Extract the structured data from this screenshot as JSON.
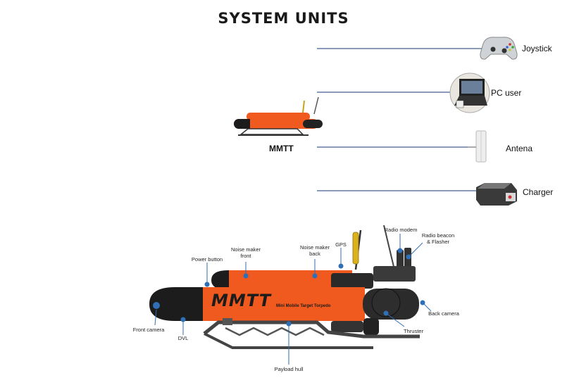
{
  "title": "SYSTEM UNITS",
  "main_vehicle": {
    "label": "MMTT"
  },
  "units": [
    {
      "label": "Joystick",
      "icon": "joystick-icon"
    },
    {
      "label": "PC user",
      "icon": "laptop-icon"
    },
    {
      "label": "Antena",
      "icon": "antenna-icon"
    },
    {
      "label": "Charger",
      "icon": "charger-icon"
    }
  ],
  "vehicle_detail": {
    "hull_text": "MMTT",
    "hull_subtext": "Mini Mobile Target Torpedo",
    "parts": [
      {
        "label": "Power button"
      },
      {
        "label": "Noise maker front"
      },
      {
        "label": "Noise maker back"
      },
      {
        "label": "GPS"
      },
      {
        "label": "Radio modem"
      },
      {
        "label": "Radio beacon & Flasher"
      },
      {
        "label": "Back camera"
      },
      {
        "label": "Thruster"
      },
      {
        "label": "Payload hull"
      },
      {
        "label": "DVL"
      },
      {
        "label": "Front camera"
      }
    ]
  },
  "colors": {
    "connector": "#8a9ab8",
    "hull_orange": "#f05a1e",
    "hull_dark": "#1c1c1c",
    "leader_line": "#2f6fb5"
  }
}
